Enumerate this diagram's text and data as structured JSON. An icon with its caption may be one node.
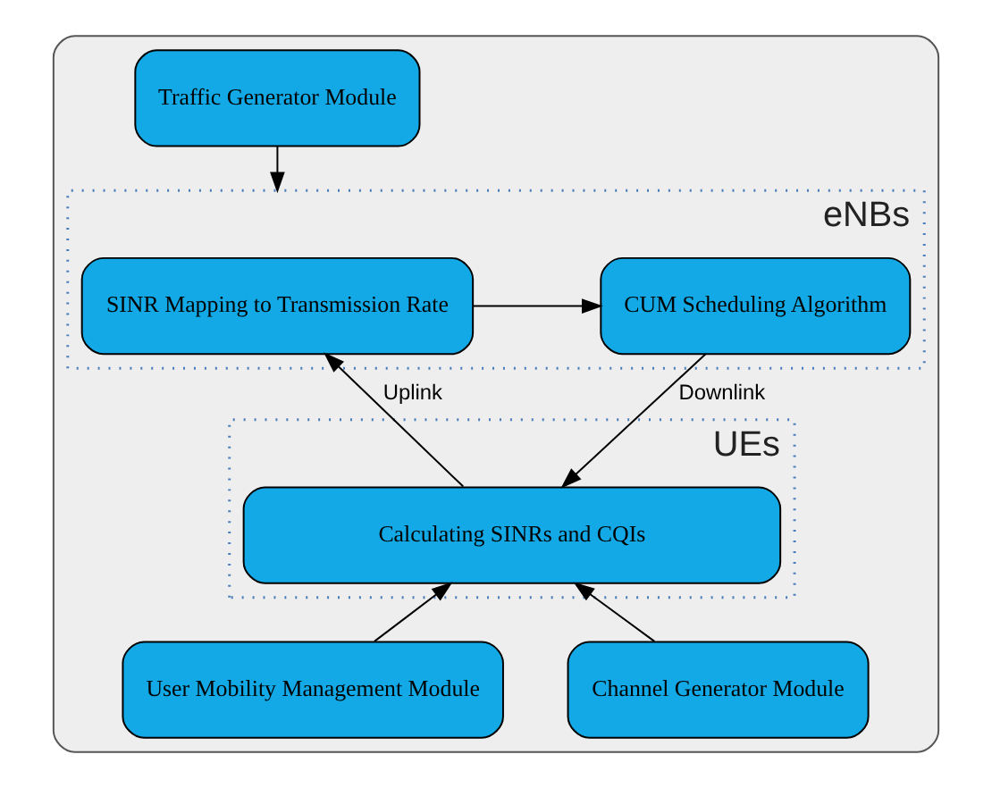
{
  "diagram": {
    "nodes": [
      {
        "text": [],
        "shape": "box"
      },
      {
        "text": [
          "Traffic Generator Module"
        ],
        "in": 0
      },
      {
        "text": [
          "eNBs"
        ],
        "in": 0
      },
      {
        "text": [
          "SINR Mapping to Transmission Rate"
        ],
        "in": 2
      },
      {
        "text": [
          "CUM Scheduling Algorithm"
        ],
        "in": 2
      },
      {
        "text": [
          "UEs"
        ],
        "in": 0
      },
      {
        "text": [
          "Calculating SINRs and CQIs"
        ],
        "in": 5
      },
      {
        "text": [
          "User Mobility Management Module"
        ],
        "in": 0
      },
      {
        "text": [
          "Channel Generator Module"
        ],
        "in": 0
      }
    ],
    "edges": [
      {
        "from": 1,
        "to": 2,
        "arrow": "to"
      },
      {
        "from": 3,
        "to": 4,
        "arrow": "to"
      },
      {
        "from": 6,
        "to": 3,
        "arrow": "to",
        "label": "Uplink"
      },
      {
        "from": 4,
        "to": 6,
        "arrow": "to",
        "label": "Downlink"
      },
      {
        "from": 7,
        "to": 6,
        "arrow": "to"
      },
      {
        "from": 8,
        "to": 6,
        "arrow": "to"
      }
    ]
  }
}
